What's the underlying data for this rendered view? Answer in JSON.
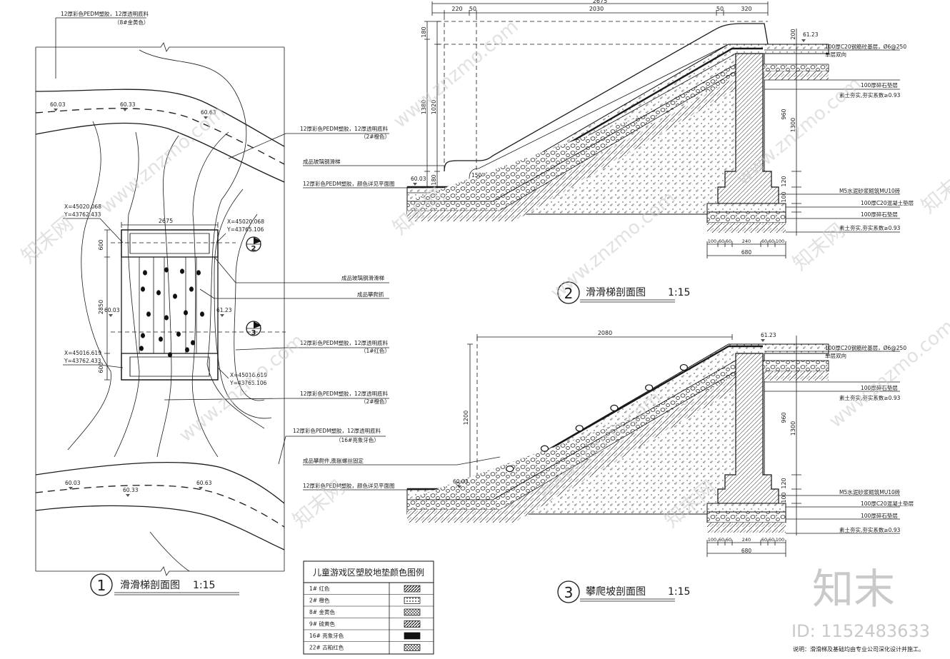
{
  "plan": {
    "title": "滑滑梯剖面图",
    "scale": "1:15",
    "number": "1",
    "top_callout": [
      "12厚彩色PEDM塑胶，12厚透明底料",
      "（8#金黄色）"
    ],
    "elev_labels": [
      "60.03",
      "60.33",
      "60.63",
      "60.03",
      "61.23",
      "60.03",
      "60.33",
      "60.63"
    ],
    "coord_tl": [
      "X=45020.068",
      "Y=43762.433"
    ],
    "coord_tr": [
      "X=45020.068",
      "Y=43765.106"
    ],
    "coord_bl": [
      "X=45016.619",
      "Y=43762.433"
    ],
    "coord_br": [
      "X=45016.619",
      "Y=43765.106"
    ],
    "dims": [
      "2675",
      "600",
      "2850",
      "600"
    ],
    "sec2": "2",
    "sec3": "3"
  },
  "callouts": [
    [
      "12厚彩色PEDM塑胶，12厚透明底料",
      "（2#橙色）"
    ],
    [
      "成品玻璃钢滑滑梯",
      ""
    ],
    [
      "成品攀爬抓",
      ""
    ],
    [
      "12厚彩色PEDM塑胶，12厚透明底料",
      "（1#红色）"
    ],
    [
      "12厚彩色PEDM塑胶，12厚透明底料",
      "（2#橙色）"
    ],
    [
      "12厚彩色PEDM塑胶，12厚透明底料",
      "（16#亮象牙色）"
    ]
  ],
  "sec2": {
    "number": "2",
    "title": "滑滑梯剖面图",
    "scale": "1:15",
    "top_dims": [
      "220",
      "50",
      "2030",
      "50",
      "320"
    ],
    "overall_dim": "2675",
    "left_dims": [
      "180",
      "1380",
      "1020",
      "180"
    ],
    "right_dims": [
      "200",
      "960",
      "1300",
      "120",
      "100"
    ],
    "angle": "150°",
    "elev_top": "61.23",
    "elev_bottom": "60.03",
    "labels_left": [
      "成品玻璃钢滑梯",
      "12厚彩色PEDM塑胶，颜色详见平面图"
    ],
    "labels_right": [
      "100厚C20钢筋砼基层，Ø6@250",
      "单层双向",
      "100厚碎石垫层",
      "素土夯实,夯实系数≥0.93",
      "M5水泥砂浆砌筑MU10砖",
      "100厚C20混凝土垫层",
      "100厚碎石垫层",
      "素土夯实,夯实系数≥0.93"
    ],
    "bottom_dims": [
      "100",
      "60",
      "60",
      "240",
      "60",
      "60",
      "100"
    ],
    "bottom_total": "680"
  },
  "sec3": {
    "number": "3",
    "title": "攀爬坡剖面图",
    "scale": "1:15",
    "top_dim": "2080",
    "height_dim": "1200",
    "right_dims": [
      "960",
      "1300",
      "120",
      "100"
    ],
    "elev_top": "61.23",
    "elev_bottom": "60.03",
    "labels_left": [
      "成品攀爬件,膨胀螺丝固定",
      "12厚彩色PEDM塑胶，颜色详见平面图"
    ],
    "labels_right": [
      "100厚C20钢筋砼基层，Ø6@250",
      "单层双向",
      "100厚碎石垫层",
      "素土夯实,夯实系数≥0.93",
      "M5水泥砂浆砌筑MU10砖",
      "100厚C20混凝土垫层",
      "100厚碎石垫层",
      "素土夯实,夯实系数≥0.93"
    ],
    "bottom_dims": [
      "100",
      "60",
      "60",
      "240",
      "60",
      "60",
      "100"
    ],
    "bottom_total": "680"
  },
  "legend": {
    "title": "儿童游戏区塑胶地垫颜色图例",
    "rows": [
      "1# 红色",
      "2# 橙色",
      "8# 金黄色",
      "9# 硫黄色",
      "16# 亮象牙色",
      "22# 古粕红色"
    ]
  },
  "watermark": {
    "brand": "知末",
    "id": "ID: 1152483633",
    "diag": "www.znzmo.com",
    "cn": "知末网"
  },
  "note": "说明：滑滑梯及基础均由专业公司深化设计并施工。"
}
